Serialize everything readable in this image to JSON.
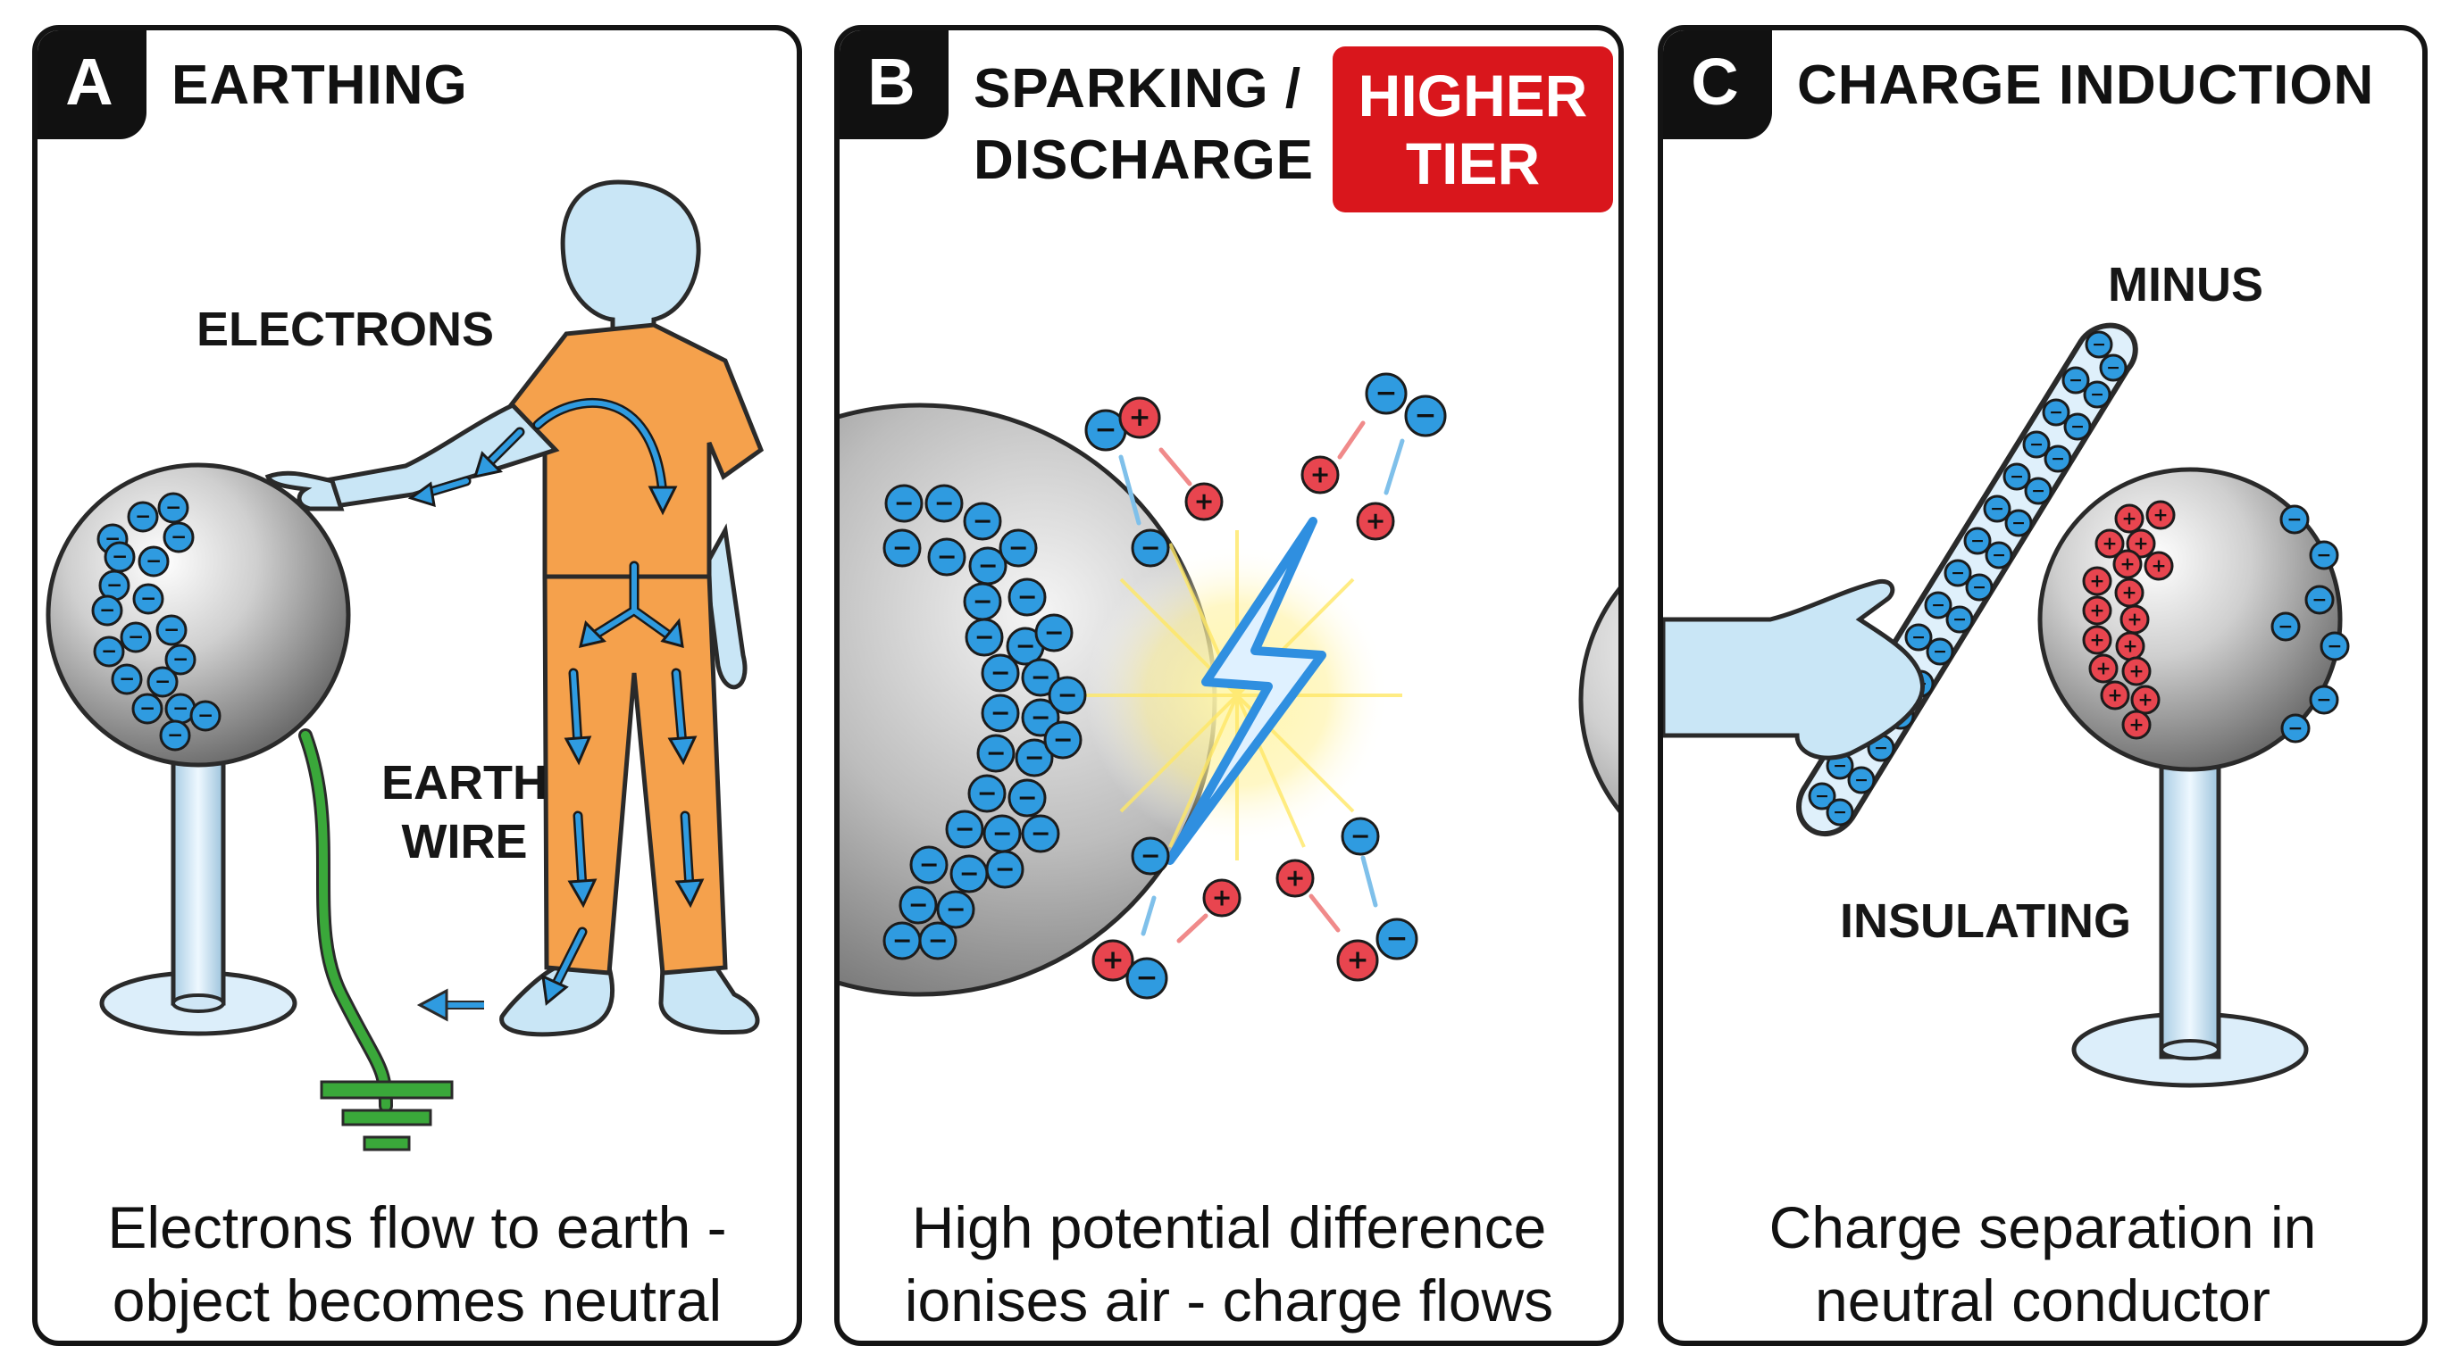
{
  "panels": [
    {
      "letter": "A",
      "title": "EARTHING",
      "labels": {
        "electrons": "ELECTRONS",
        "earth_wire_1": "EARTH",
        "earth_wire_2": "WIRE"
      },
      "caption_1": "Electrons flow to earth -",
      "caption_2": "object becomes neutral"
    },
    {
      "letter": "B",
      "title_1": "SPARKING /",
      "title_2": "DISCHARGE",
      "tier_badge_1": "HIGHER",
      "tier_badge_2": "TIER",
      "caption_1": "High potential difference",
      "caption_2": "ionises air - charge flows"
    },
    {
      "letter": "C",
      "title": "CHARGE INDUCTION",
      "labels": {
        "rod": "MINUS",
        "stand": "INSULATING"
      },
      "caption_1": "Charge separation in",
      "caption_2": "neutral conductor"
    }
  ],
  "colors": {
    "border": "#141414",
    "negative_charge": "#2f9be0",
    "positive_charge": "#e8454f",
    "clothing": "#f5a14c",
    "skin": "#c9e6f6",
    "earth_wire": "#3aa83a",
    "spark": "#2f8fe0",
    "tier_badge": "#d9161c"
  },
  "icons": {
    "negative": "−",
    "positive": "+"
  }
}
